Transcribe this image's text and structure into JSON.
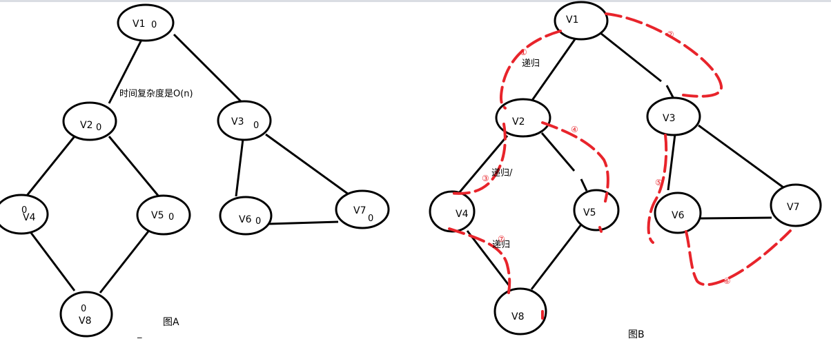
{
  "graph_a": {
    "caption": "图A",
    "note": "时间复杂度是O(n)",
    "stray_mark": "_",
    "nodes": [
      {
        "id": "V1",
        "label": "V1",
        "mark": "0"
      },
      {
        "id": "V2",
        "label": "V2",
        "mark": "0"
      },
      {
        "id": "V3",
        "label": "V3",
        "mark": "0"
      },
      {
        "id": "V4",
        "label": "V4",
        "mark": "0"
      },
      {
        "id": "V5",
        "label": "V5",
        "mark": "0"
      },
      {
        "id": "V6",
        "label": "V6",
        "mark": "0"
      },
      {
        "id": "V7",
        "label": "V7",
        "mark": "0"
      },
      {
        "id": "V8",
        "label": "V8",
        "mark": "0"
      }
    ],
    "edges": [
      [
        "V1",
        "V2"
      ],
      [
        "V1",
        "V3"
      ],
      [
        "V2",
        "V4"
      ],
      [
        "V2",
        "V5"
      ],
      [
        "V4",
        "V8"
      ],
      [
        "V5",
        "V8"
      ],
      [
        "V3",
        "V6"
      ],
      [
        "V3",
        "V7"
      ],
      [
        "V6",
        "V7"
      ]
    ]
  },
  "graph_b": {
    "caption": "图B",
    "nodes": [
      {
        "id": "V1",
        "label": "V1"
      },
      {
        "id": "V2",
        "label": "V2"
      },
      {
        "id": "V3",
        "label": "V3"
      },
      {
        "id": "V4",
        "label": "V4"
      },
      {
        "id": "V5",
        "label": "V5"
      },
      {
        "id": "V6",
        "label": "V6"
      },
      {
        "id": "V7",
        "label": "V7"
      },
      {
        "id": "V8",
        "label": "V8"
      }
    ],
    "edges": [
      [
        "V1",
        "V2"
      ],
      [
        "V1",
        "V3"
      ],
      [
        "V2",
        "V4"
      ],
      [
        "V2",
        "V5"
      ],
      [
        "V4",
        "V8"
      ],
      [
        "V5",
        "V8"
      ],
      [
        "V3",
        "V6"
      ],
      [
        "V3",
        "V7"
      ],
      [
        "V6",
        "V7"
      ]
    ],
    "recursion_labels": [
      "递归",
      "递归/",
      "递归"
    ],
    "step_marks": [
      "①",
      "②",
      "③",
      "④",
      "⑤",
      "⑥",
      "⑦"
    ],
    "annotation_color": "#e8242b"
  }
}
